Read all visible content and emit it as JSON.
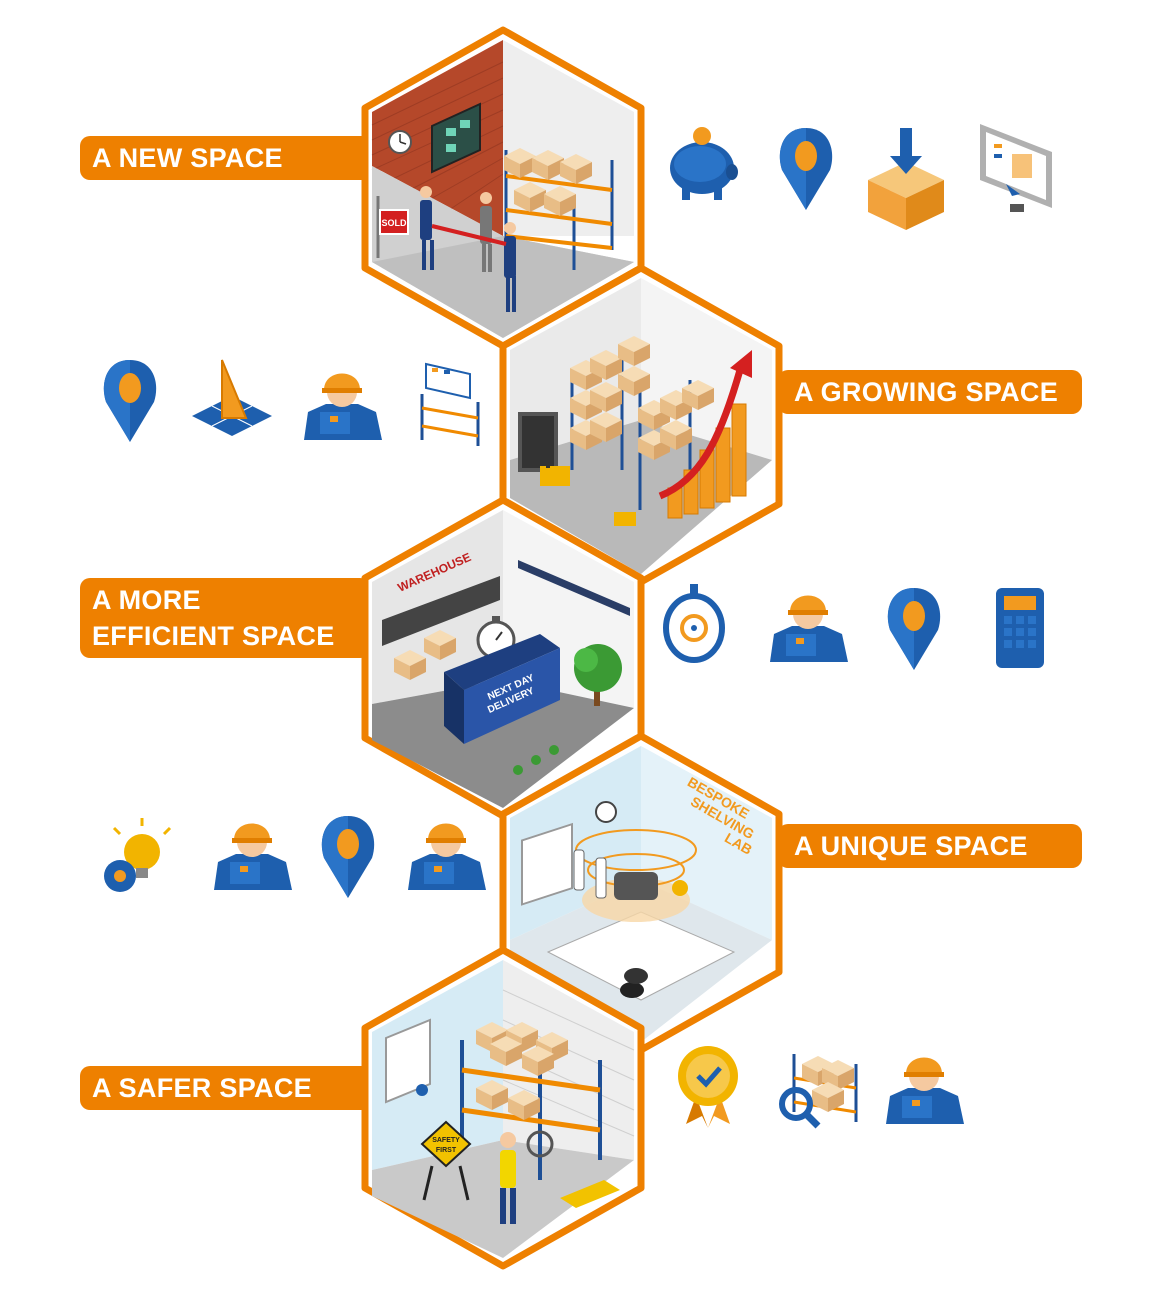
{
  "colors": {
    "orange": "#ee8000",
    "blue": "#1e5fae",
    "white": "#ffffff"
  },
  "sections": [
    {
      "id": "new",
      "label_lines": [
        "A NEW SPACE"
      ],
      "icons": [
        "piggy-bank-icon",
        "location-pin-icon",
        "box-download-icon",
        "monitor-cursor-icon"
      ]
    },
    {
      "id": "growing",
      "label_lines": [
        "A GROWING SPACE"
      ],
      "icons": [
        "location-pin-icon",
        "set-square-icon",
        "worker-icon",
        "calendar-shelving-icon"
      ]
    },
    {
      "id": "efficient",
      "label_lines": [
        "A MORE",
        "EFFICIENT SPACE"
      ],
      "icons": [
        "stopwatch-icon",
        "worker-icon",
        "location-pin-icon",
        "calculator-icon"
      ]
    },
    {
      "id": "unique",
      "label_lines": [
        "A UNIQUE SPACE"
      ],
      "icons": [
        "lightbulb-tape-icon",
        "worker-icon",
        "location-pin-icon",
        "worker-icon"
      ]
    },
    {
      "id": "safer",
      "label_lines": [
        "A SAFER SPACE"
      ],
      "icons": [
        "quality-badge-icon",
        "shelving-magnifier-icon",
        "worker-icon"
      ]
    }
  ],
  "scene_text": {
    "sold_sign": "SOLD",
    "warehouse_sign": "WAREHOUSE",
    "truck_line1": "NEXT DAY",
    "truck_line2": "DELIVERY",
    "lab_line1": "BESPOKE",
    "lab_line2": "SHELVING",
    "lab_line3": "LAB",
    "safety_line1": "SAFETY",
    "safety_line2": "FIRST"
  }
}
